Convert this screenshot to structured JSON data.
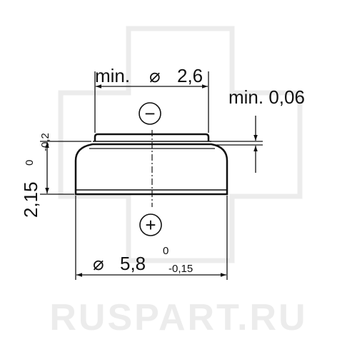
{
  "watermark": {
    "text": "RUSPART.RU",
    "color": "#ececec"
  },
  "top_diameter": {
    "prefix": "min.",
    "symbol": "⌀",
    "value": "2,6"
  },
  "step_height": {
    "label": "min. 0,06"
  },
  "height": {
    "value": "2,15",
    "tol_upper": "0",
    "tol_lower": "-0,2"
  },
  "terminals": {
    "negative": "−",
    "positive": "+"
  },
  "bottom_diameter": {
    "symbol": "⌀",
    "value": "5,8",
    "tol_upper": "0",
    "tol_lower": "-0,15"
  },
  "colors": {
    "line": "#111111",
    "watermark": "#ececec"
  }
}
